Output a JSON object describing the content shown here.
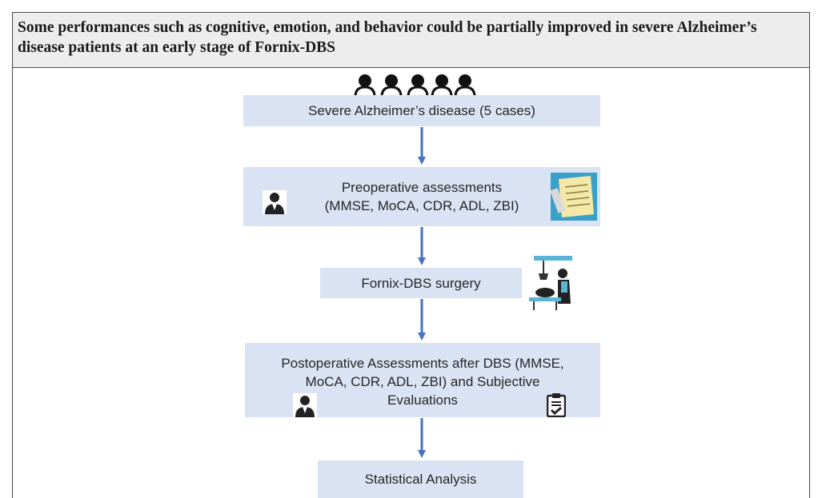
{
  "title": "Some performances such as cognitive,  emotion, and behavior could be partially improved in severe Alzheimer’s disease patients at an early stage of Fornix-DBS",
  "steps": {
    "step1": "Severe Alzheimer’s disease (5 cases)",
    "step2_line1": "Preoperative assessments",
    "step2_line2": "(MMSE, MoCA, CDR, ADL, ZBI)",
    "step3": "Fornix-DBS surgery",
    "step4": "Postoperative Assessments after DBS (MMSE, MoCA, CDR, ADL, ZBI) and Subjective Evaluations",
    "step5": "Statistical Analysis"
  },
  "colors": {
    "box_fill": "#dae3f3",
    "arrow": "#4472c4",
    "header_bg": "#ededed",
    "text": "#262626"
  },
  "icons": [
    "person-group-icon",
    "doctor-icon",
    "document-icon",
    "surgery-icon",
    "doctor-icon",
    "clipboard-check-icon"
  ]
}
